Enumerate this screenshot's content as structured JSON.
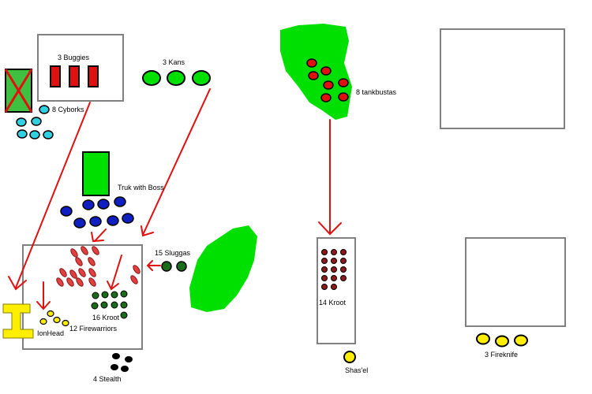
{
  "labels": {
    "buggies": "3 Buggies",
    "kans": "3 Kans",
    "cyborks": "8 Cyborks",
    "tankbustas": "8 tankbustas",
    "truk": "Truk with Boss",
    "sluggas": "15 Sluggas",
    "kroot16": "16 Kroot",
    "ionhead": "IonHead",
    "firewarriors": "12 Firewarriors",
    "stealth": "4 Stealth",
    "kroot14": "14 Kroot",
    "shasel": "Shas'el",
    "fireknife": "3 Fireknife"
  },
  "colors": {
    "red": "#e01010",
    "dark_red": "#8b1a1a",
    "green": "#00e000",
    "dark_green": "#1a6b1a",
    "cyan": "#30d0e0",
    "blue": "#1020c0",
    "yellow": "#ffee00",
    "black": "#000000",
    "box_border": "#808080",
    "arrow": "#e01010"
  }
}
